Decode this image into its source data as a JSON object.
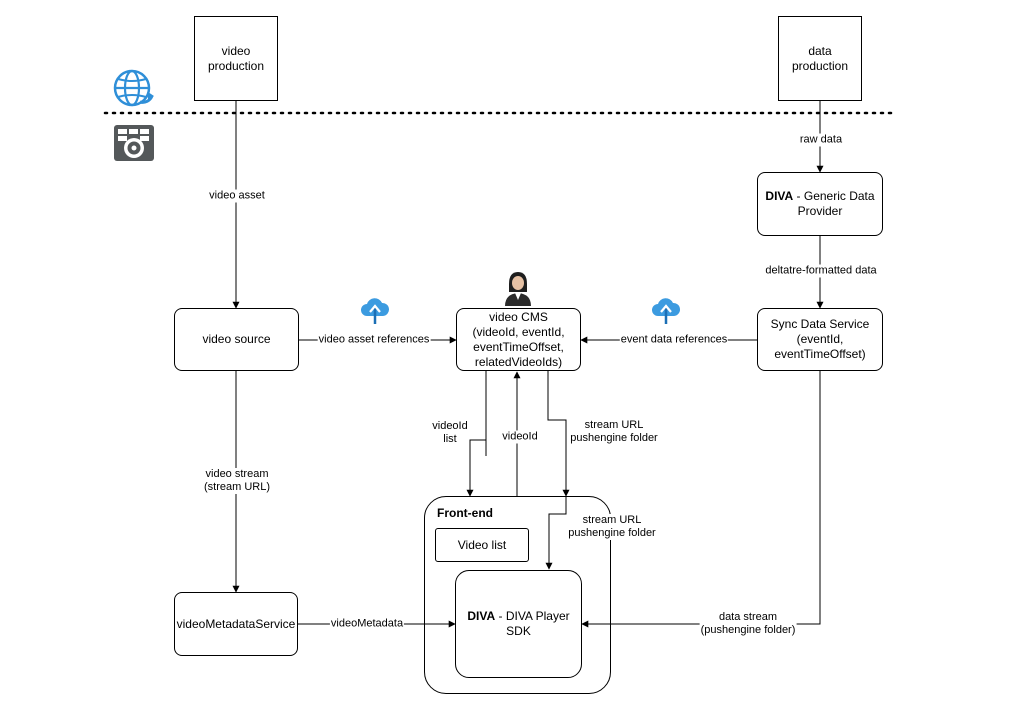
{
  "nodes": {
    "video_production": "video production",
    "data_production": "data production",
    "generic_data_provider": {
      "bold": "DIVA",
      "rest": " - Generic Data Provider"
    },
    "video_source": "video source",
    "video_cms": {
      "line1": "video CMS",
      "line2": "(videoId, eventId,",
      "line3": "eventTimeOffset,",
      "line4": "relatedVideoIds)"
    },
    "sync_data_service": {
      "line1": "Sync Data Service",
      "line2": "(eventId,",
      "line3": "eventTimeOffset)"
    },
    "video_metadata_service": "videoMetadataService",
    "front_end": "Front-end",
    "video_list": "Video list",
    "player_sdk": {
      "bold": "DIVA",
      "rest": " - DIVA Player SDK"
    }
  },
  "edges": {
    "video_asset": "video asset",
    "raw_data": "raw data",
    "deltatre_formatted_data": "deltatre-formatted data",
    "video_asset_references": "video asset references",
    "event_data_references": "event data references",
    "videoid_list": {
      "line1": "videoId",
      "line2": "list"
    },
    "videoid": "videoId",
    "stream_url_top": {
      "line1": "stream URL",
      "line2": "pushengine folder"
    },
    "stream_url_bottom": {
      "line1": "stream URL",
      "line2": "pushengine folder"
    },
    "video_stream": {
      "line1": "video stream",
      "line2": "(stream URL)"
    },
    "video_metadata": "videoMetadata",
    "data_stream": {
      "line1": "data stream",
      "line2": "(pushengine folder)"
    }
  },
  "colors": {
    "stroke": "#000000",
    "icon_blue": "#2f8fd8",
    "icon_dark": "#54585a"
  },
  "icons": [
    "globe-refresh-icon",
    "server-storage-icon",
    "cloud-upload-icon",
    "user-avatar-icon"
  ]
}
